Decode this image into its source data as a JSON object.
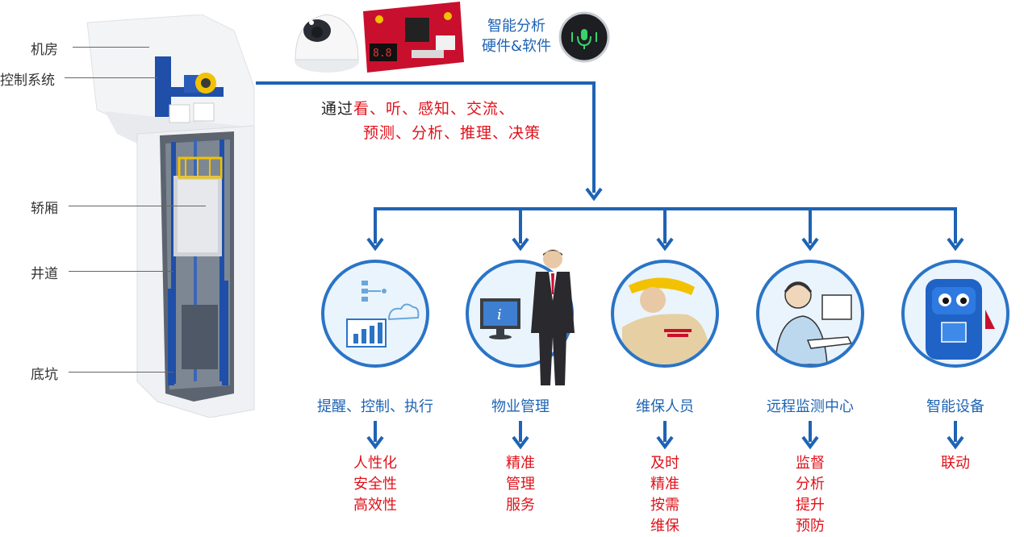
{
  "building_labels": [
    "机房",
    "控制系统",
    "轿厢",
    "井道",
    "底坑"
  ],
  "ai": {
    "line1": "智能分析",
    "line2": "硬件&软件"
  },
  "intro": {
    "prefix": "通过",
    "line1": "看、听、感知、交流、",
    "line2": "预测、分析、推理、决策"
  },
  "branches": [
    {
      "title": "提醒、控制、执行",
      "outputs": [
        "人性化",
        "安全性",
        "高效性"
      ],
      "icon": "data-cloud-icon"
    },
    {
      "title": "物业管理",
      "outputs": [
        "精准",
        "管理",
        "服务"
      ],
      "icon": "manager-monitor-icon"
    },
    {
      "title": "维保人员",
      "outputs": [
        "及时",
        "精准",
        "按需",
        "维保"
      ],
      "icon": "maintenance-worker-icon"
    },
    {
      "title": "远程监测中心",
      "outputs": [
        "监督",
        "分析",
        "提升",
        "预防"
      ],
      "icon": "call-center-operator-icon"
    },
    {
      "title": "智能设备",
      "outputs": [
        "联动"
      ],
      "icon": "robot-icon"
    }
  ],
  "colors": {
    "flow": "#1e63b4",
    "accent_red": "#e0121a",
    "circle_border": "#2a74c6"
  }
}
